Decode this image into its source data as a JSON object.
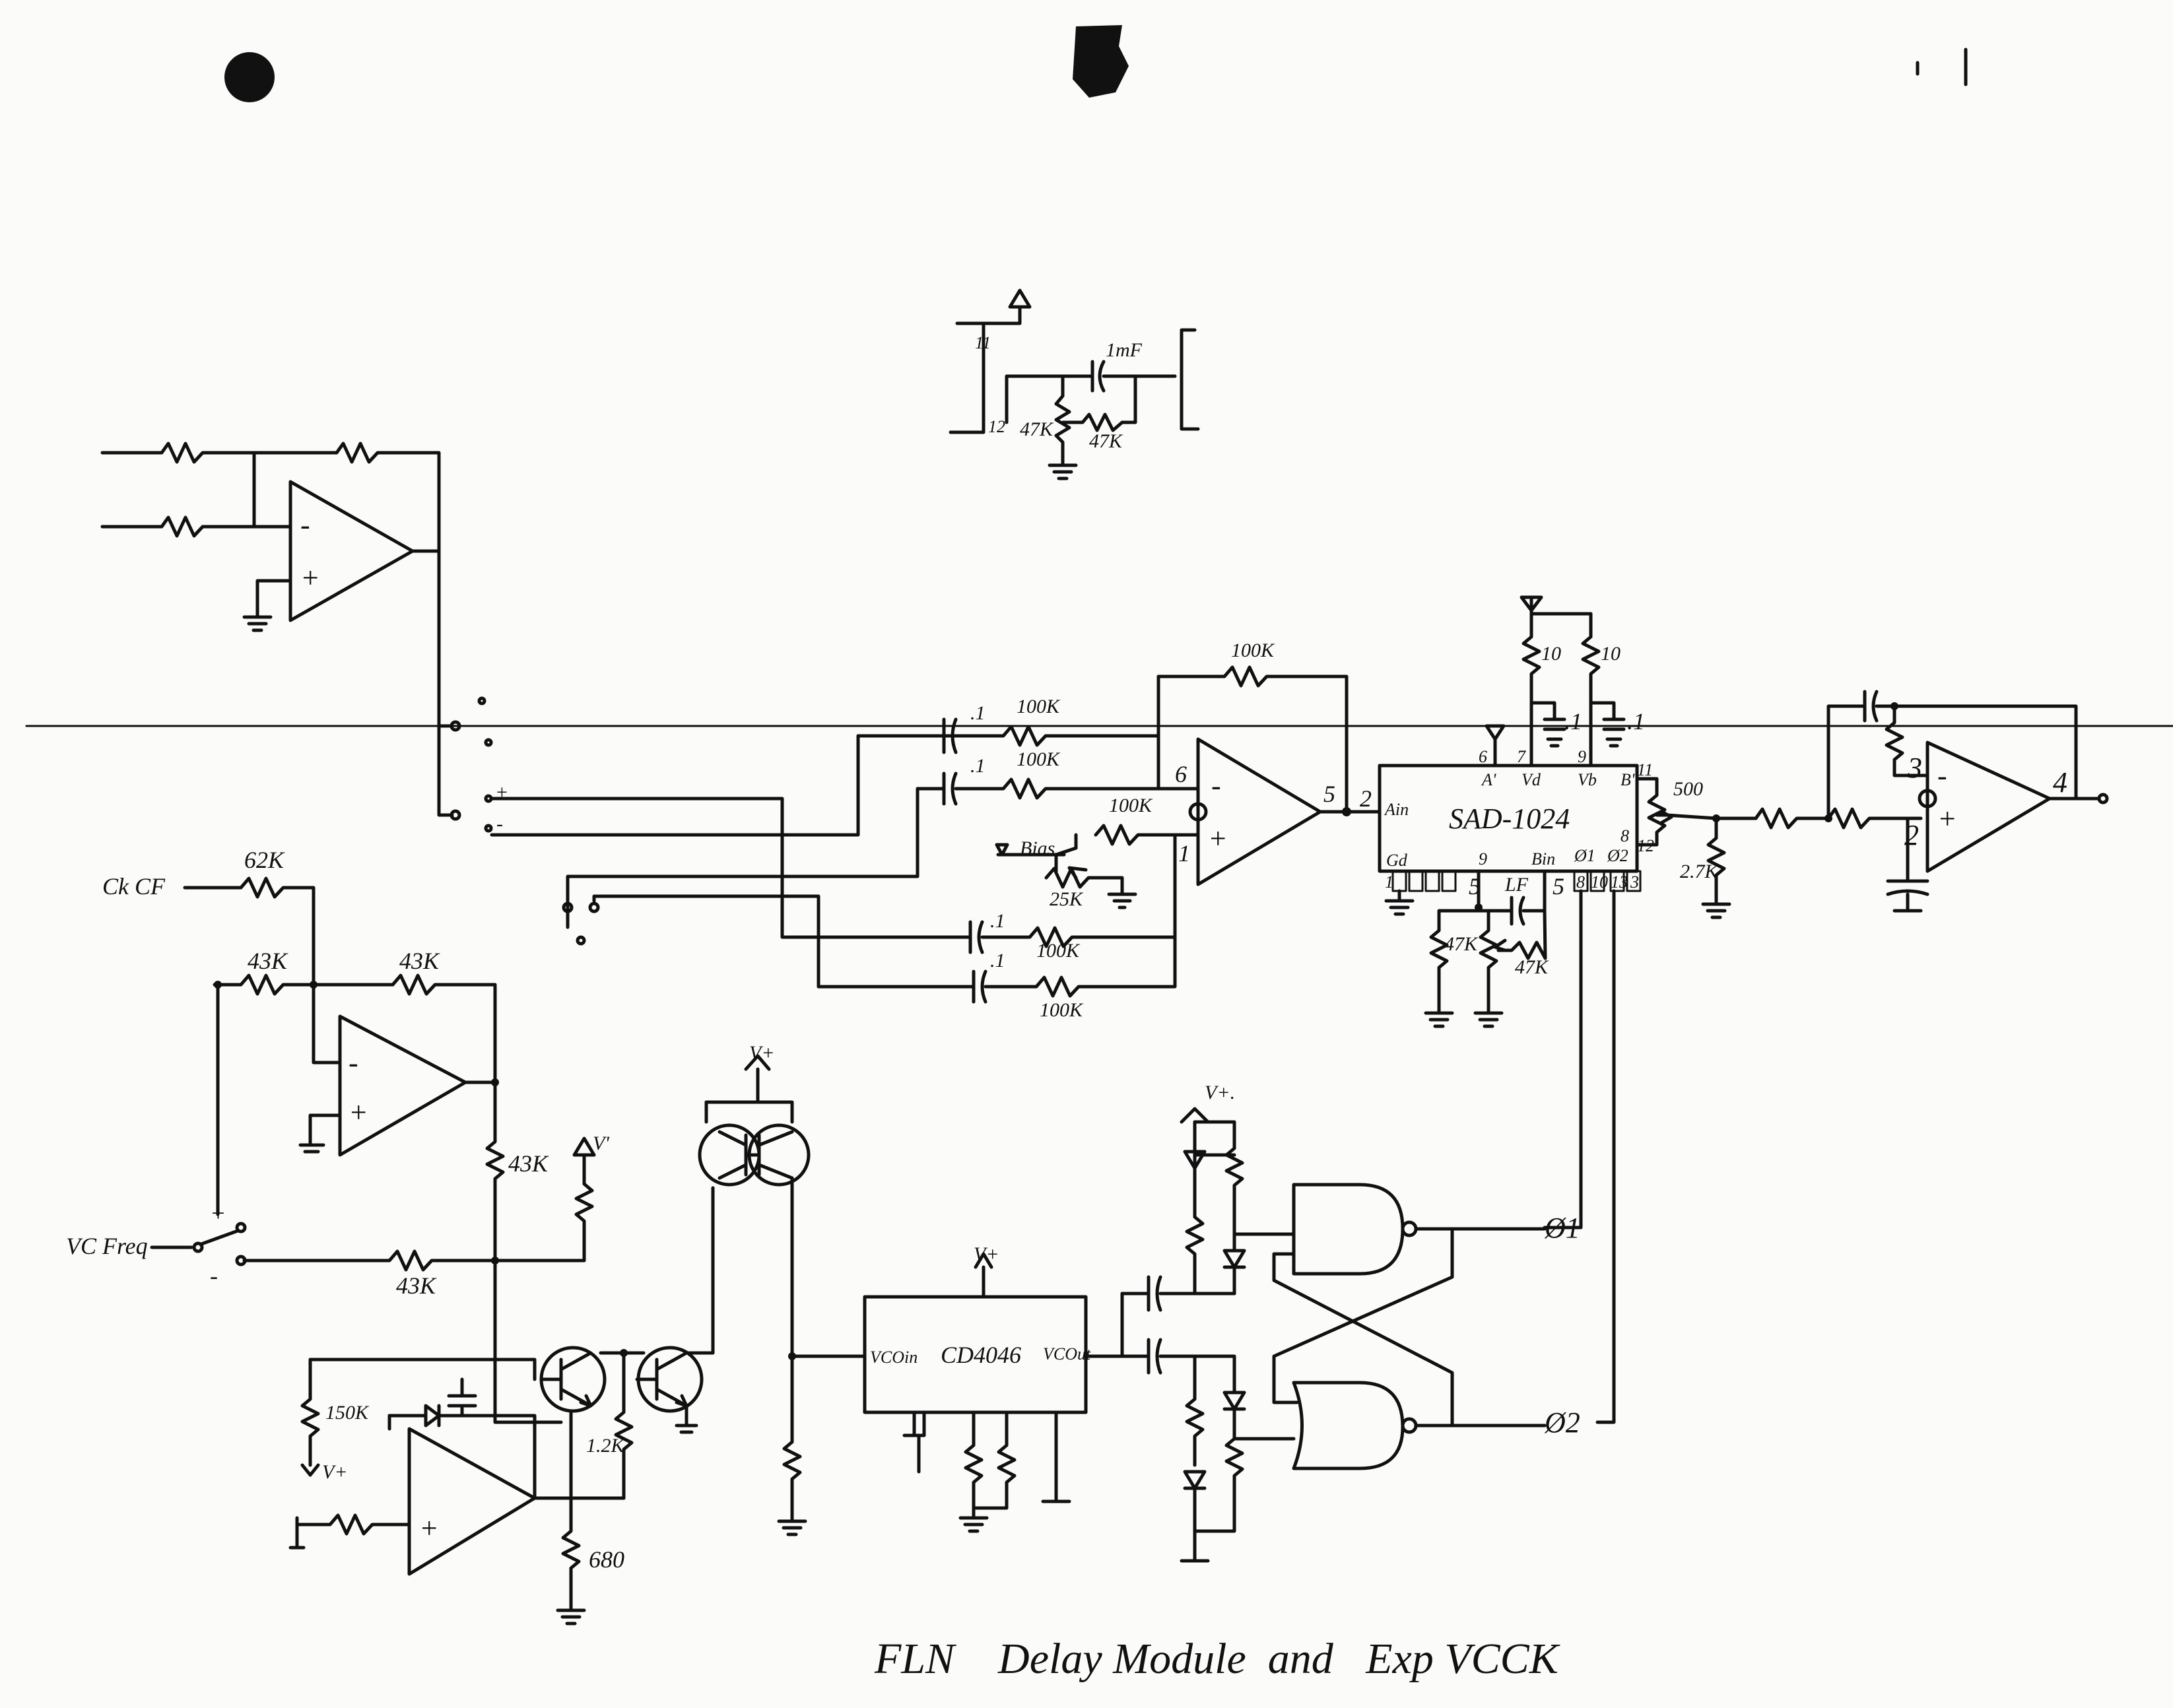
{
  "title": "FLN    Delay Module  and   Exp VCCK",
  "inputs": {
    "ck_cf": "Ck CF",
    "vc_freq": "VC Freq",
    "plus": "+",
    "minus": "-"
  },
  "outputs": {
    "phi1": "Ø1",
    "phi2": "Ø2"
  },
  "supplies": {
    "vplus": "V+",
    "vplus_dot": "V+.",
    "vplus_prime": "V'"
  },
  "top_circuit": {
    "pin11": "11",
    "pin12": "12",
    "cap": "1mF",
    "r1": "47K",
    "r2": "47K"
  },
  "mixer": {
    "r_fb": "100K",
    "r_in1": "100K",
    "r_in2": "100K",
    "r_plus": "100K",
    "bias": "Bias",
    "bias_pot": "25K",
    "c1": ".1",
    "c2": ".1",
    "c3": ".1",
    "c4": ".1",
    "r_low1": "100K",
    "r_low2": "100K",
    "pin6": "6",
    "pin1": "1",
    "pin5": "5",
    "op_minus": "-",
    "op_plus": "+"
  },
  "sad": {
    "chip": "SAD-1024",
    "pin2": "2",
    "ain": "Ain",
    "pin6": "6",
    "pin7": "7",
    "pin9": "9",
    "pin11": "11",
    "pin5": "5",
    "pin8": "8",
    "pin12": "12",
    "pin1": "1",
    "pin3": "3",
    "pin10": "10",
    "pin13": "13",
    "vd": "Vd",
    "vb": "Vb",
    "a": "A'",
    "bin": "Bin",
    "b": "B'",
    "phi1": "Ø1",
    "phi2": "Ø2",
    "gnd": "Gd",
    "lf": "LF",
    "r10a": "10",
    "r10b": "10",
    "c1": ".1",
    "c2": ".1",
    "r47a": "47K",
    "r47b": "47K",
    "pot500": "500",
    "r27": "2.7K"
  },
  "output_stage": {
    "pin3": "3",
    "pin2": "2",
    "pin4": "4",
    "op_minus": "-",
    "op_plus": "+"
  },
  "vc_section": {
    "r62": "62K",
    "r43a": "43K",
    "r43b": "43K",
    "r43c": "43K",
    "r43d": "43K",
    "r150": "150K",
    "r12": "1.2K",
    "r680": "680",
    "op_minus": "-",
    "op_plus": "+"
  },
  "vco": {
    "chip": "CD4046",
    "vcoin": "VCOin",
    "vcout": "VCOut"
  },
  "plus_sign": "+"
}
